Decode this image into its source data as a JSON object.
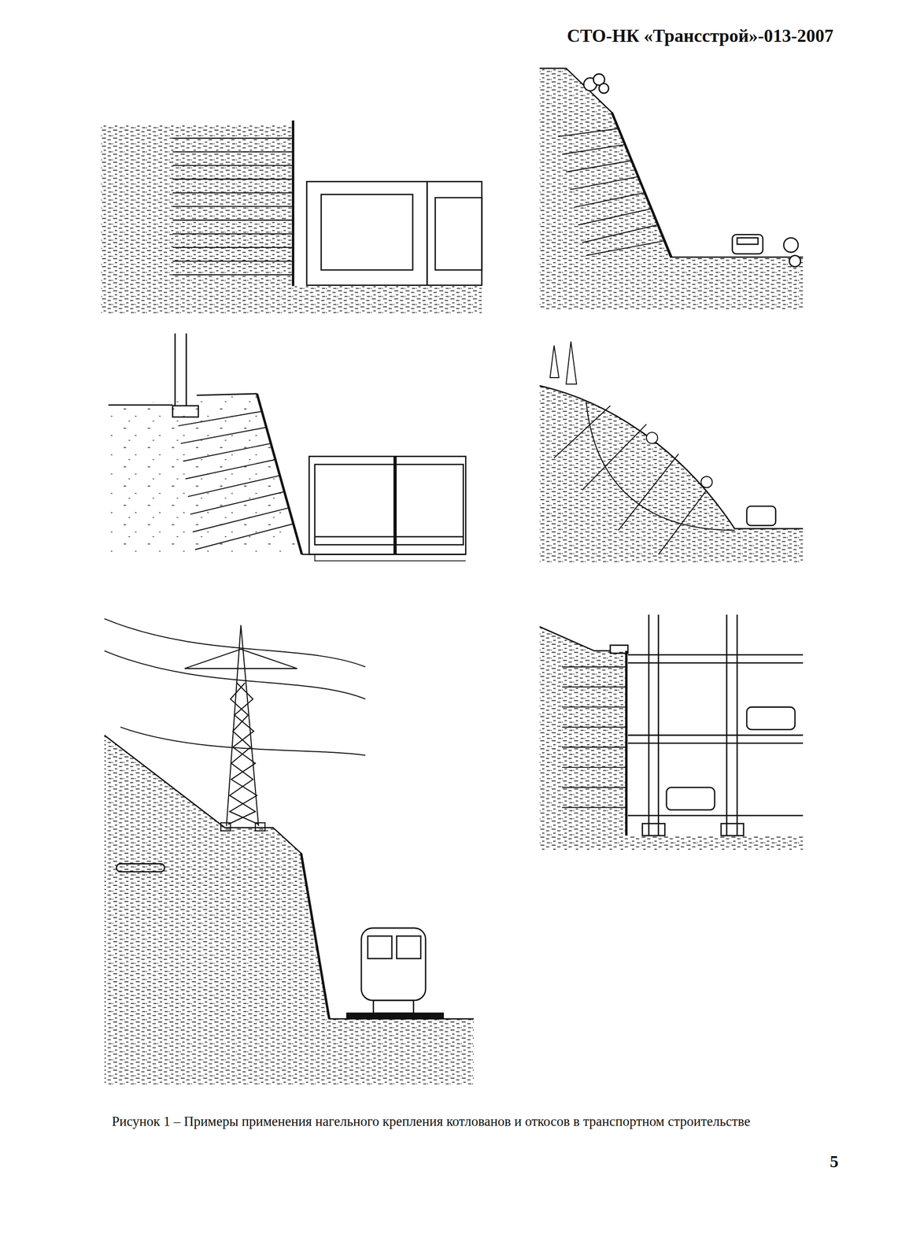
{
  "diagram": {
    "caption": "Рисунок 1 – Примеры применения нагельного крепления котлованов и откосов в транспортном строительстве",
    "labels": [
      "СТО-НК «Трансстрой»-013-2007",
      "5"
    ]
  }
}
